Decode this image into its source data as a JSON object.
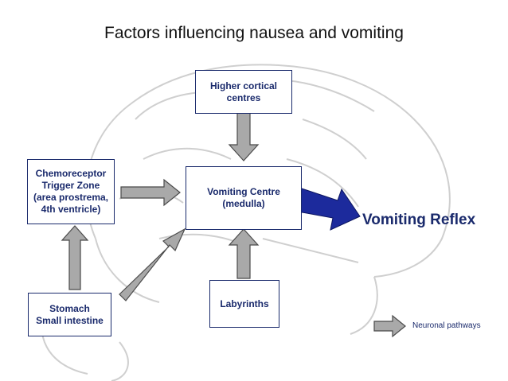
{
  "title": "Factors influencing nausea and vomiting",
  "nodes": {
    "higher_cortical": "Higher cortical\ncentres",
    "ctz": "Chemoreceptor\nTrigger Zone\n(area prostrema,\n4th ventricle)",
    "vomiting_centre": "Vomiting Centre\n(medulla)",
    "stomach": "Stomach\nSmall intestine",
    "labyrinths": "Labyrinths"
  },
  "output_label": "Vomiting Reflex",
  "legend": {
    "label": "Neuronal pathways"
  },
  "colors": {
    "box_border": "#1a2a6c",
    "text": "#1a2a6c",
    "arrow_fill": "#a9a9a9",
    "arrow_border": "#4a4a4a",
    "reflex_arrow": "#1c2a9c",
    "brain_sketch": "#c8c8c8"
  }
}
